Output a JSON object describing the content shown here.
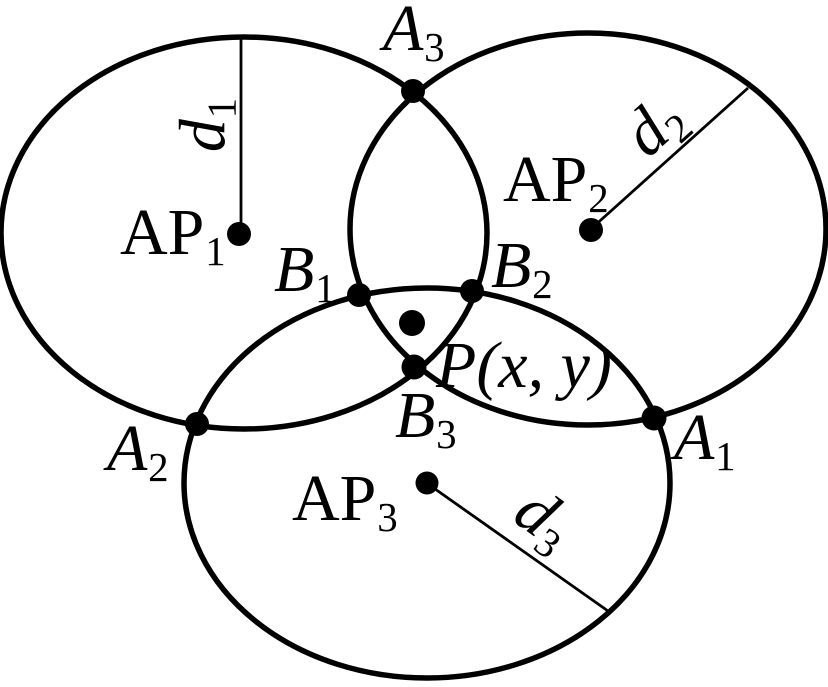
{
  "colors": {
    "background": "#ffffff",
    "ink": "#000000"
  },
  "diagram": {
    "type": "trilateration-circles",
    "access_points": [
      {
        "id": "AP1",
        "radius_label": "d1"
      },
      {
        "id": "AP2",
        "radius_label": "d2"
      },
      {
        "id": "AP3",
        "radius_label": "d3"
      }
    ],
    "outer_intersection_points": [
      "A1",
      "A2",
      "A3"
    ],
    "inner_intersection_points": [
      "B1",
      "B2",
      "B3"
    ],
    "estimated_position_label": "P(x, y)"
  },
  "labels": {
    "ap1": {
      "main": "AP",
      "sub": "1"
    },
    "ap2": {
      "main": "AP",
      "sub": "2"
    },
    "ap3": {
      "main": "AP",
      "sub": "3"
    },
    "a1": {
      "main": "A",
      "sub": "1"
    },
    "a2": {
      "main": "A",
      "sub": "2"
    },
    "a3": {
      "main": "A",
      "sub": "3"
    },
    "b1": {
      "main": "B",
      "sub": "1"
    },
    "b2": {
      "main": "B",
      "sub": "2"
    },
    "b3": {
      "main": "B",
      "sub": "3"
    },
    "d1": {
      "main": "d",
      "sub": "1"
    },
    "d2": {
      "main": "d",
      "sub": "2"
    },
    "d3": {
      "main": "d",
      "sub": "3"
    },
    "p": {
      "text": "P(x, y)"
    }
  }
}
